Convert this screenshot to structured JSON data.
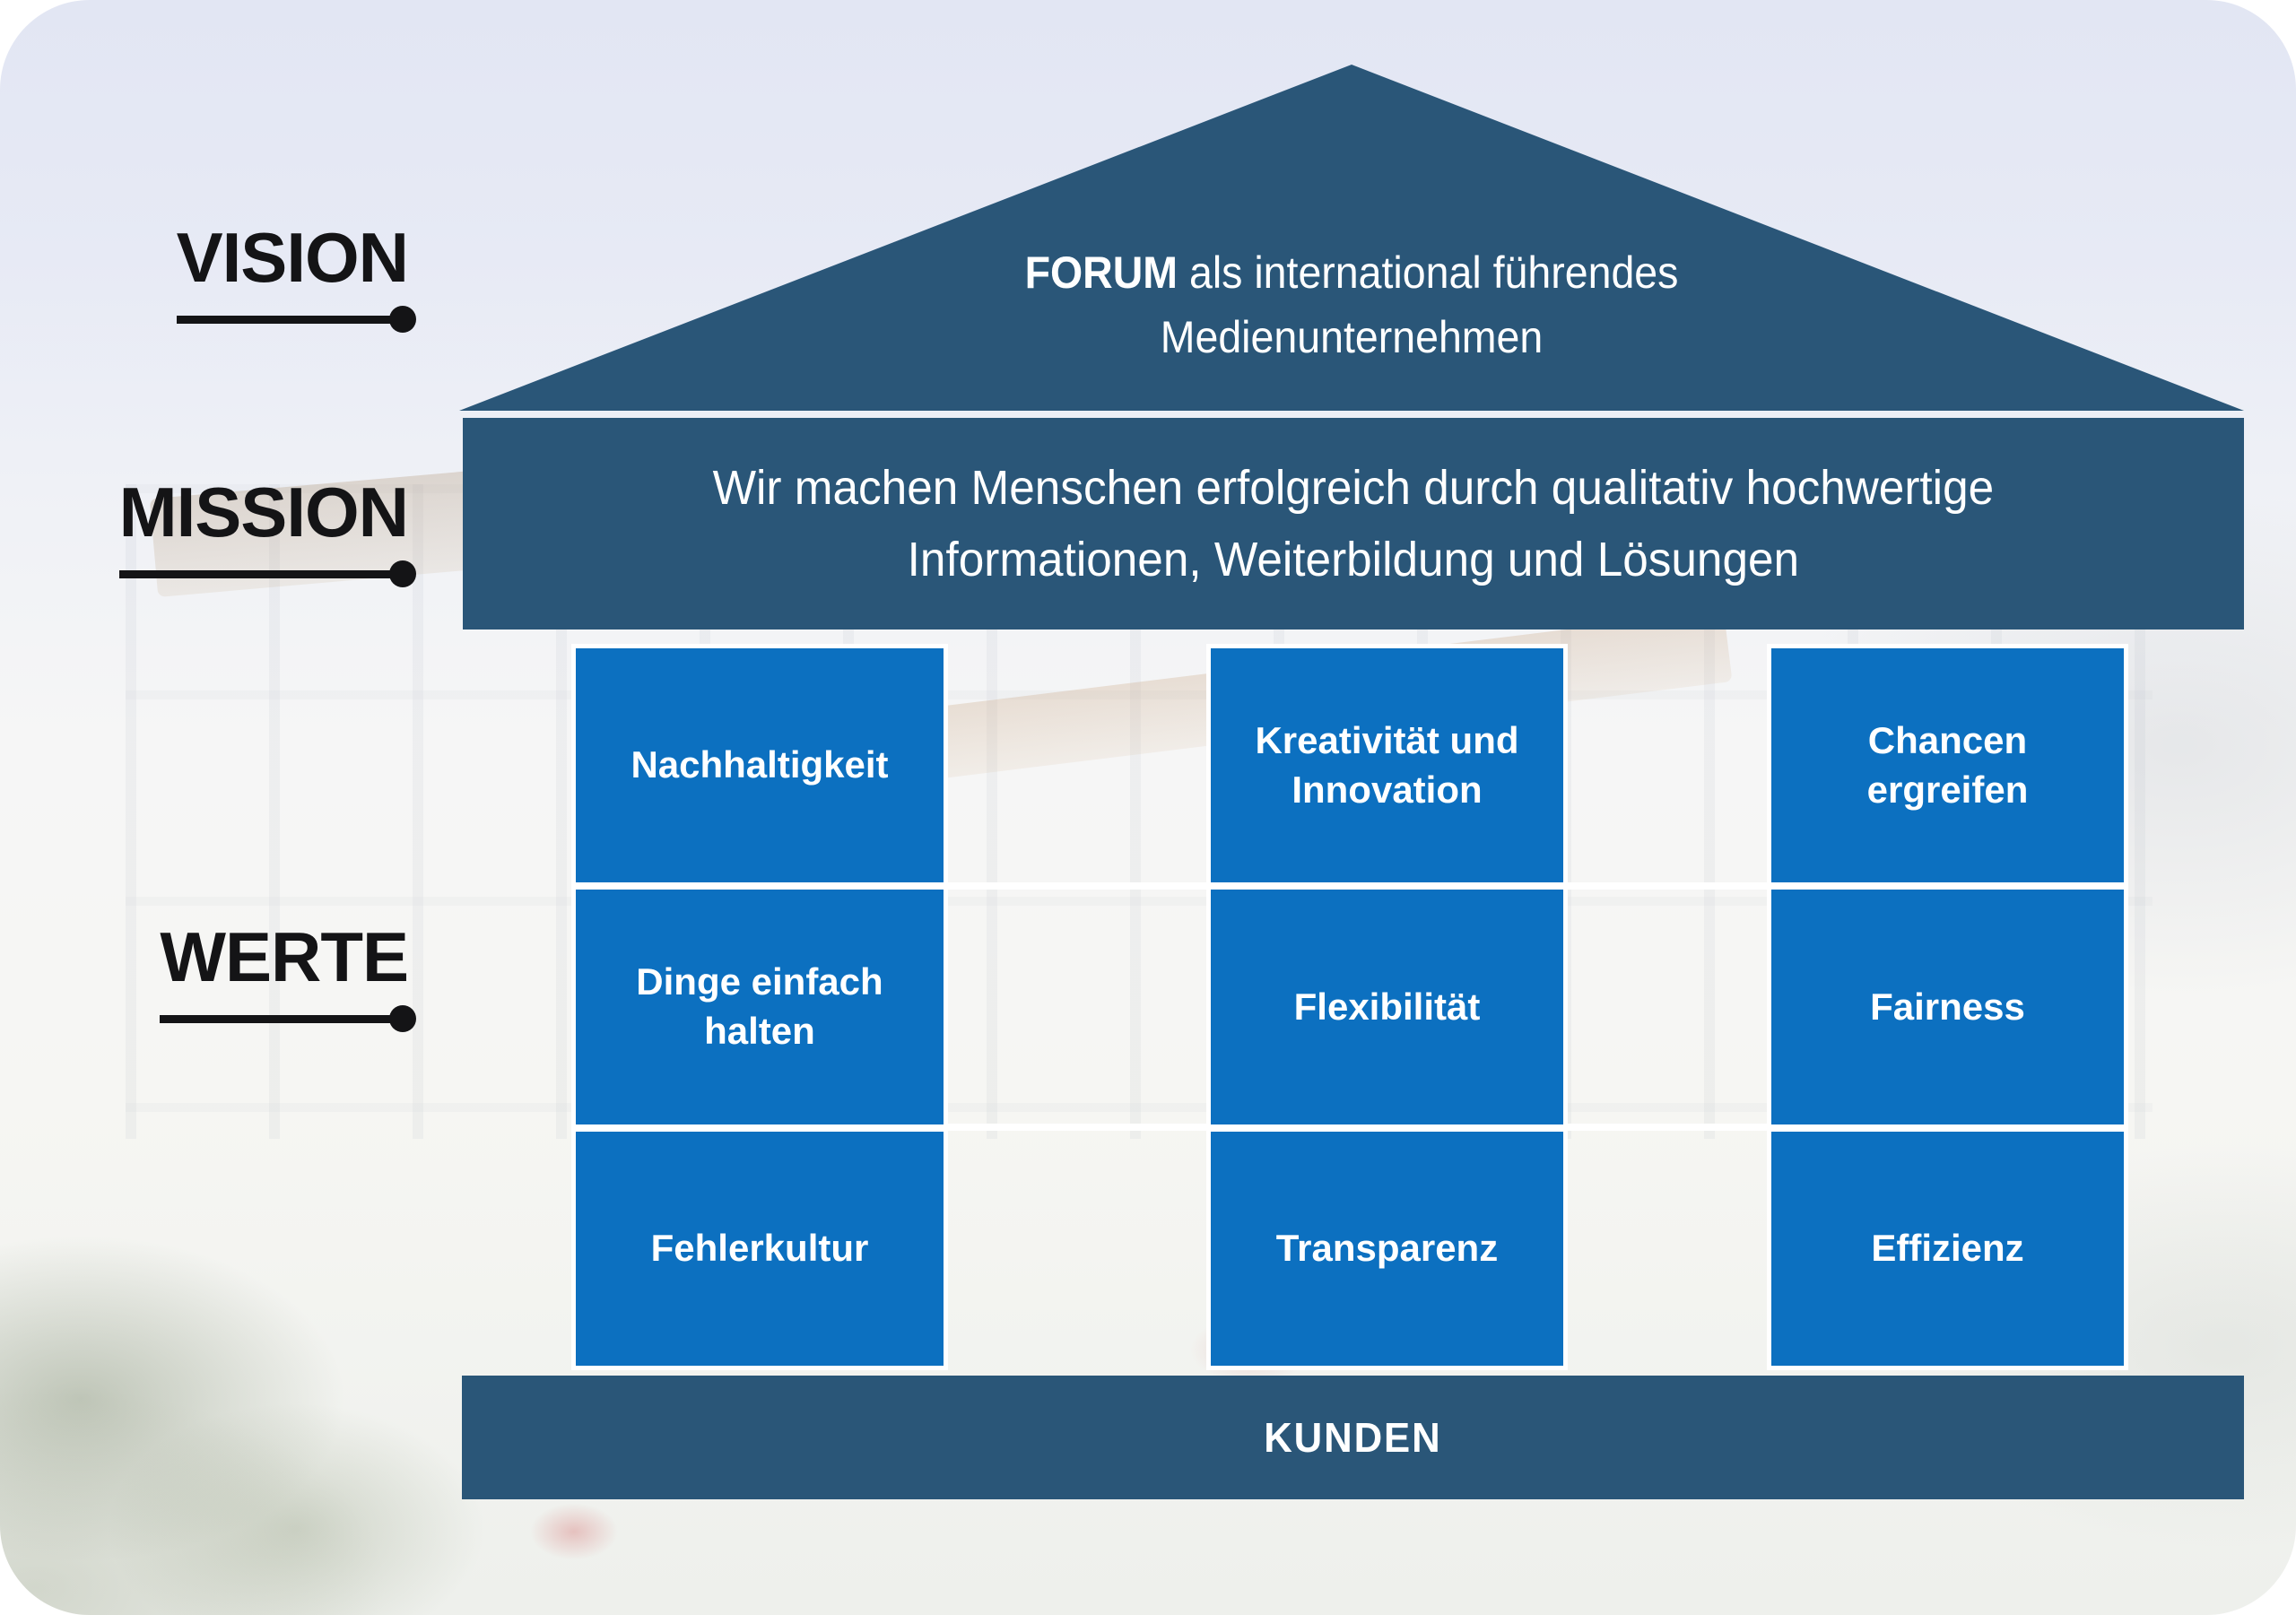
{
  "sidebar_labels": {
    "vision": "VISION",
    "mission": "MISSION",
    "werte": "WERTE"
  },
  "house": {
    "roof": {
      "brand": "FORUM",
      "line1_rest": " als international führendes",
      "line2": "Medienunternehmen"
    },
    "mission_text": "Wir machen Menschen erfolgreich durch qualitativ hochwertige\nInformationen, Weiterbildung und Lösungen",
    "pillars": [
      [
        "Nachhaltigkeit",
        "Dinge einfach\nhalten",
        "Fehlerkultur"
      ],
      [
        "Kreativität und\nInnovation",
        "Flexibilität",
        "Transparenz"
      ],
      [
        "Chancen\nergreifen",
        "Fairness",
        "Effizienz"
      ]
    ],
    "base_label": "KUNDEN"
  },
  "colors": {
    "house_dark_blue": "#2a5678",
    "value_box_blue": "#0c70c0",
    "label_text": "#141416",
    "background_top": "#e2e6f3"
  }
}
